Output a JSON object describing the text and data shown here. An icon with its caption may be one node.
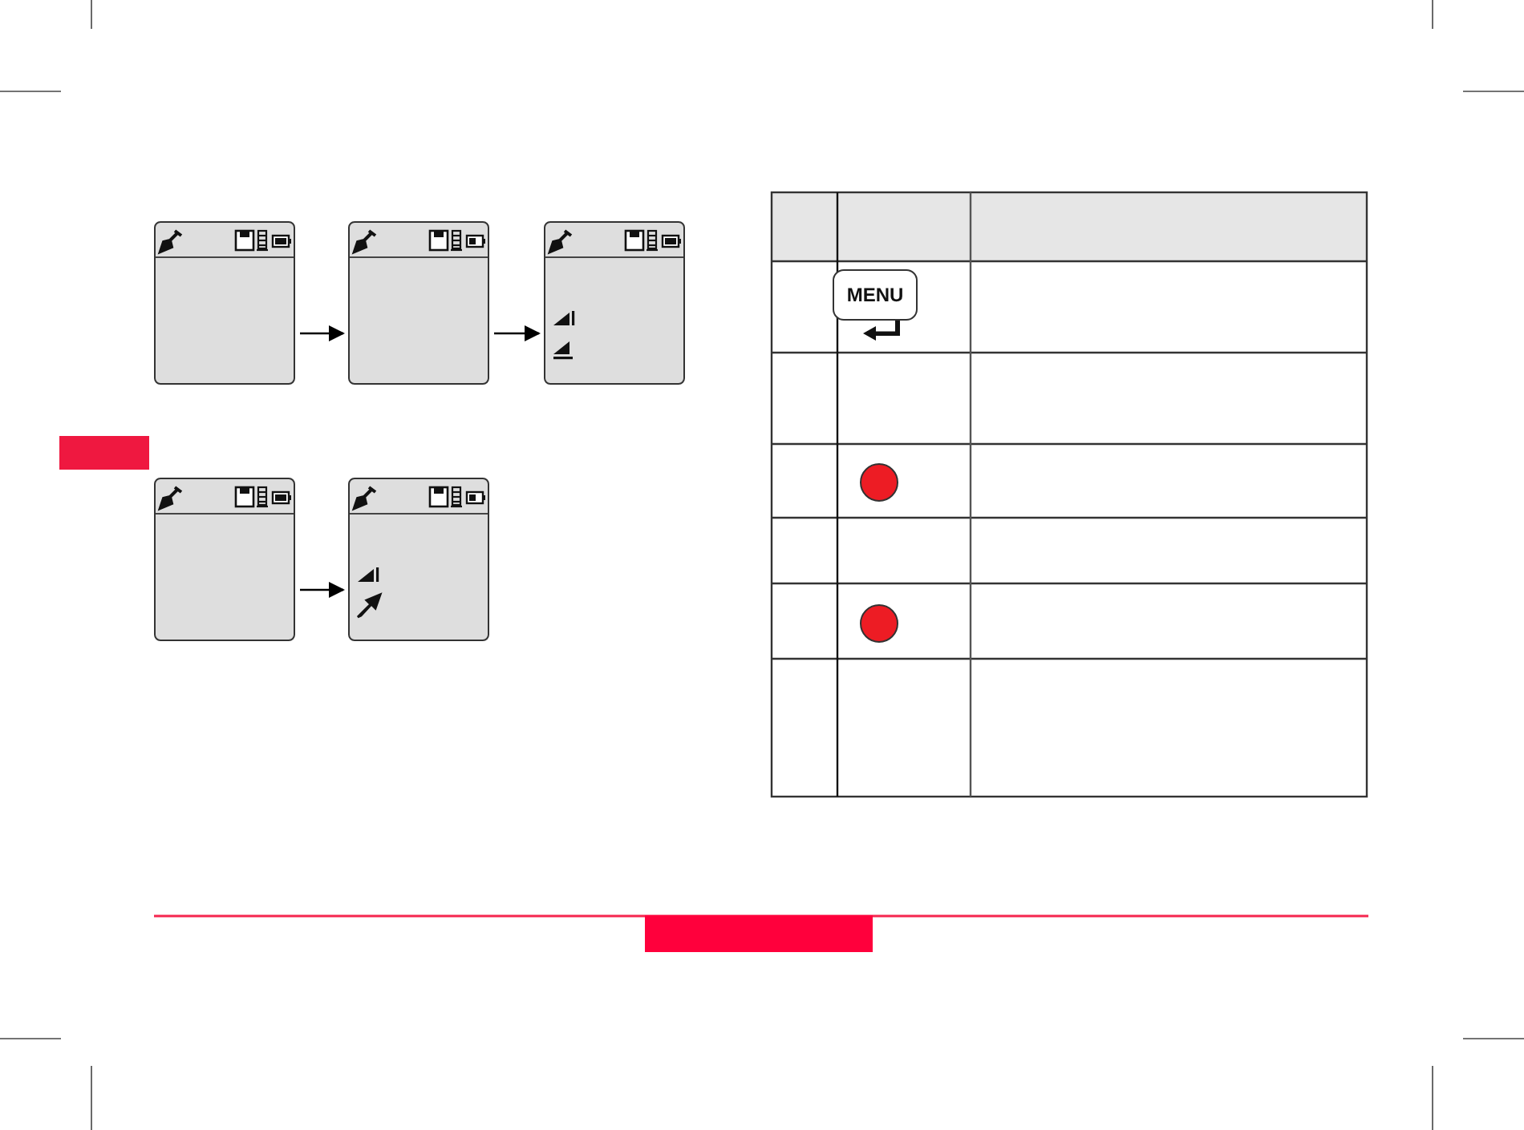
{
  "diagram": {
    "nodes": [
      {
        "text": [],
        "shape": "box"
      },
      {
        "text": [],
        "shape": "box"
      },
      {
        "text": [],
        "shape": "box"
      },
      {
        "text": [],
        "shape": "box"
      },
      {
        "text": [],
        "shape": "box"
      },
      {
        "text": [
          "MENU"
        ]
      }
    ],
    "edges": [
      {
        "from": 0,
        "to": 1,
        "arrow": "to"
      },
      {
        "from": 1,
        "to": 2,
        "arrow": "to"
      },
      {
        "from": 3,
        "to": 4,
        "arrow": "to"
      }
    ]
  }
}
